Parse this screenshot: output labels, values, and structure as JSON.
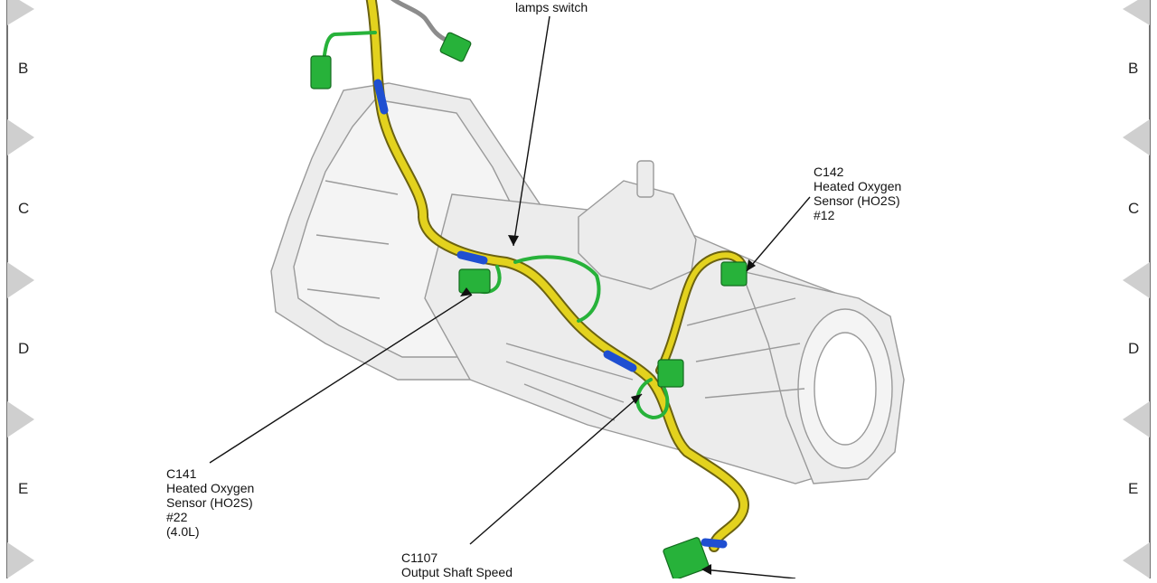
{
  "grid_rows_left": [
    "B",
    "C",
    "D",
    "E"
  ],
  "grid_rows_right": [
    "B",
    "C",
    "D",
    "E"
  ],
  "callouts": {
    "top": {
      "lines": [
        "lamps switch"
      ]
    },
    "c142": {
      "lines": [
        "C142",
        "Heated Oxygen",
        "Sensor (HO2S)",
        "#12"
      ]
    },
    "c141": {
      "lines": [
        "C141",
        "Heated Oxygen",
        "Sensor (HO2S)",
        "#22",
        "(4.0L)"
      ]
    },
    "c1107": {
      "lines": [
        "C1107",
        "Output Shaft Speed"
      ]
    }
  },
  "colors": {
    "harness": "#e3d21e",
    "harness_outline": "#6b6210",
    "connector": "#27b23a",
    "tape": "#1f4fd1",
    "casting": "#ececec",
    "casting_line": "#9a9a9a"
  }
}
